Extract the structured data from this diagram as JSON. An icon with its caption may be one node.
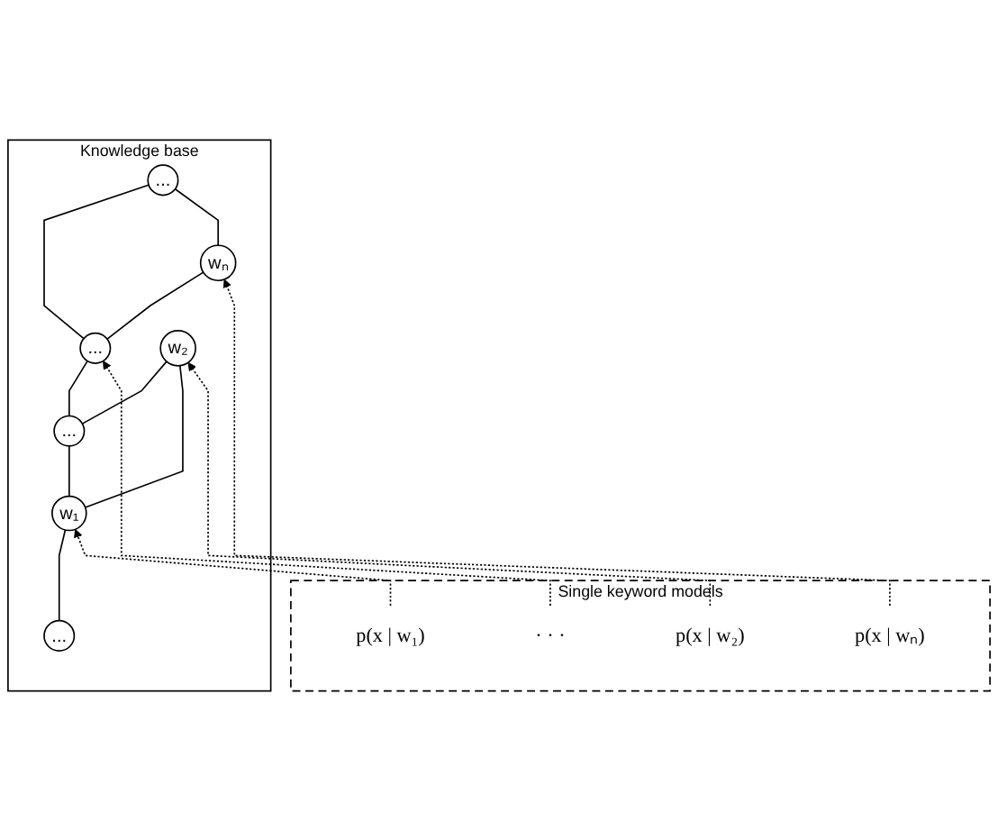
{
  "diagram": {
    "nodes": [
      {
        "text": [
          "Knowledge base"
        ]
      },
      {
        "text": [
          "..."
        ],
        "in": 0
      },
      {
        "text": [
          "..."
        ],
        "in": 0
      },
      {
        "text": [
          "..."
        ],
        "in": 0
      },
      {
        "text": [
          "..."
        ],
        "in": 0
      },
      {
        "text": [
          "w₁"
        ],
        "in": 0
      },
      {
        "text": [
          "w₂"
        ],
        "in": 0
      },
      {
        "text": [
          "wₙ"
        ],
        "in": 0
      },
      {
        "text": [
          "Single keyword models"
        ]
      },
      {
        "text": [
          "p(x | w₁)"
        ],
        "in": 8
      },
      {
        "text": [
          "p(x | w₂)"
        ],
        "in": 8
      },
      {
        "text": [
          "· · ·"
        ],
        "in": 8
      },
      {
        "text": [
          "p(x | wₙ)"
        ],
        "in": 8
      }
    ],
    "edges": [
      {
        "from": 1,
        "to": 5,
        "arrow": "none"
      },
      {
        "from": 5,
        "to": 2,
        "arrow": "none"
      },
      {
        "from": 2,
        "to": 6,
        "arrow": "none"
      },
      {
        "from": 5,
        "to": 6,
        "arrow": "none"
      },
      {
        "from": 2,
        "to": 3,
        "arrow": "none"
      },
      {
        "from": 3,
        "to": 4,
        "arrow": "none"
      },
      {
        "from": 3,
        "to": 7,
        "arrow": "none"
      },
      {
        "from": 7,
        "to": 4,
        "arrow": "none"
      },
      {
        "from": 9,
        "to": 5,
        "arrow": "to",
        "style": "dashed"
      },
      {
        "from": 10,
        "to": 6,
        "arrow": "to",
        "style": "dashed"
      },
      {
        "from": 11,
        "to": 3,
        "arrow": "to",
        "style": "dashed"
      },
      {
        "from": 12,
        "to": 7,
        "arrow": "to",
        "style": "dashed"
      }
    ]
  }
}
